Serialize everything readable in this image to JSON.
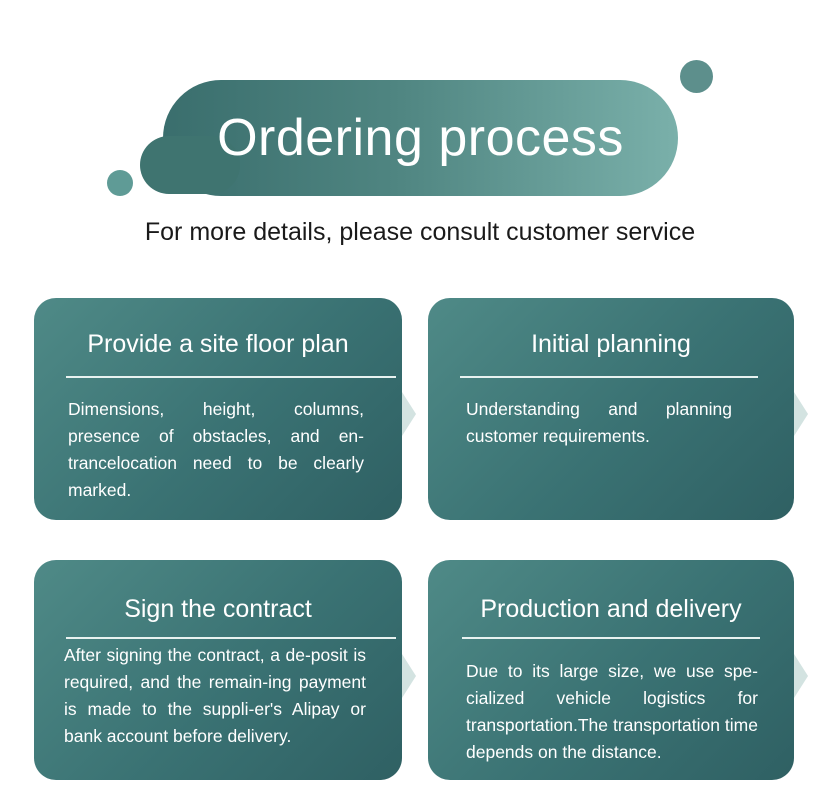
{
  "header": {
    "title": "Ordering process",
    "subtitle": "For more details, please consult customer service"
  },
  "steps": [
    {
      "title": "Provide a site floor plan",
      "text": "Dimensions, height, columns, presence of obstacles, and en-trancelocation need to be clearly marked."
    },
    {
      "title": "Initial planning",
      "text": "Understanding and planning customer requirements."
    },
    {
      "title": "Sign the contract",
      "text": "After signing the contract, a de-posit is required, and the remain-ing payment is made to the suppli-er's Alipay or bank account before delivery."
    },
    {
      "title": "Production and delivery",
      "text": "Due to its large size, we use spe-cialized vehicle logistics for transportation.The transportation time depends on the distance."
    }
  ],
  "colors": {
    "accent": "#3a7273",
    "accent_light": "#7ab0aa"
  }
}
